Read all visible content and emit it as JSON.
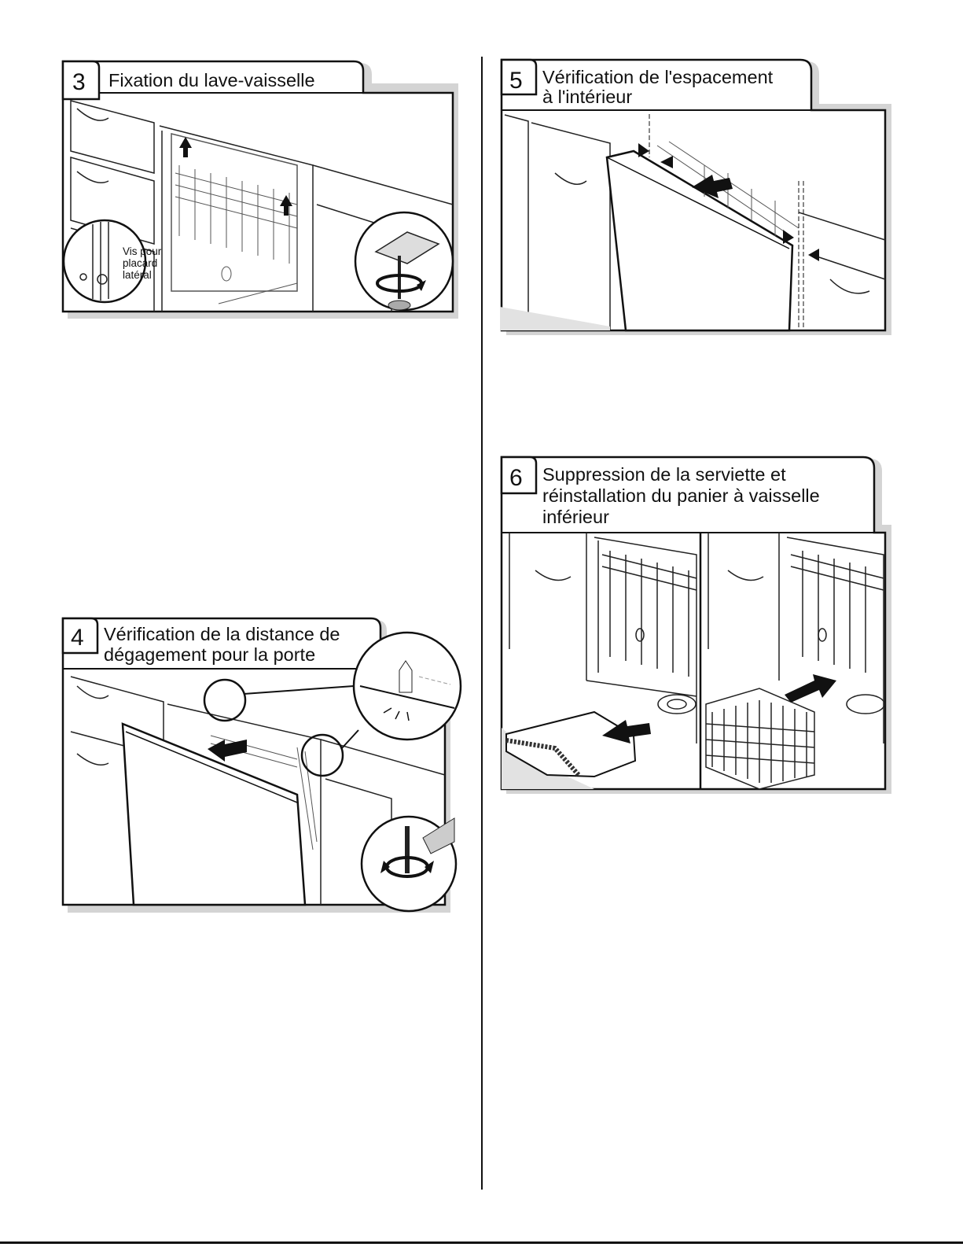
{
  "steps": [
    {
      "number": "3",
      "title_lines": [
        "Fixation du lave-vaisselle"
      ],
      "callout_lines": [
        "Vis pour",
        "placard",
        "latéral"
      ]
    },
    {
      "number": "4",
      "title_lines": [
        "Vérification de la distance de",
        "dégagement pour la porte"
      ]
    },
    {
      "number": "5",
      "title_lines": [
        "Vérification de l'espacement",
        "à l'intérieur"
      ]
    },
    {
      "number": "6",
      "title_lines": [
        "Suppression de la serviette et",
        "réinstallation du panier à vaisselle",
        "inférieur"
      ]
    }
  ]
}
